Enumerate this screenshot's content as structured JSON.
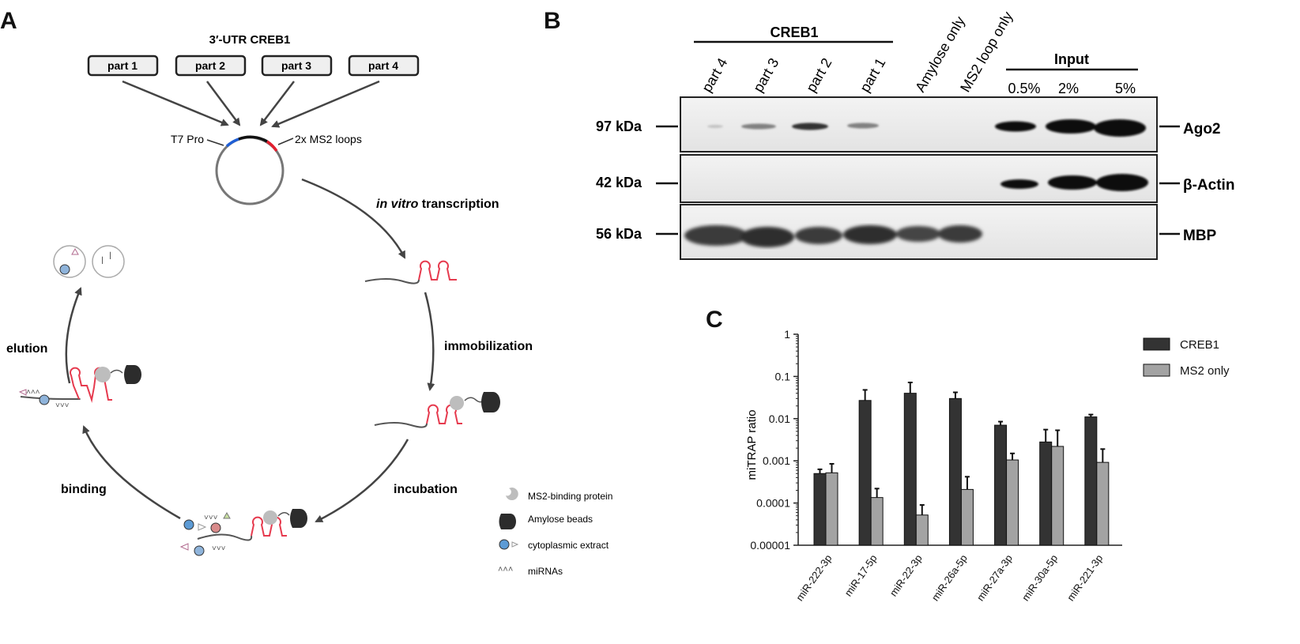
{
  "panel_a": {
    "letter": "A",
    "construct_title": "3′-UTR CREB1",
    "parts": [
      "part 1",
      "part 2",
      "part 3",
      "part 4"
    ],
    "t7_label": "T7 Pro",
    "ms2_label": "2x MS2 loops",
    "steps": {
      "transcription_italic": "in vitro",
      "transcription_rest": " transcription",
      "immobilization": "immobilization",
      "incubation": "incubation",
      "binding": "binding",
      "elution": "elution"
    },
    "legend": [
      {
        "icon": "ms2-binding-protein-icon",
        "label": "MS2-binding protein"
      },
      {
        "icon": "amylose-bead-icon",
        "label": "Amylose beads"
      },
      {
        "icon": "cytoplasmic-extract-icon",
        "label": "cytoplasmic extract"
      },
      {
        "icon": "mirna-icon",
        "label": "miRNAs"
      }
    ],
    "colors": {
      "rna": "#e63a4e",
      "t7": "#1f5fd6",
      "ms2": "#e21e2e",
      "protein": "#bdbdbd",
      "bead": "#2c2c2c",
      "extract": "#5d9bd5"
    }
  },
  "panel_b": {
    "letter": "B",
    "creb1_label": "CREB1",
    "lanes": [
      "part 4",
      "part 3",
      "part 2",
      "part 1",
      "Amylose only",
      "MS2 loop only"
    ],
    "input_label": "Input",
    "input_lanes": [
      "0.5%",
      "2%",
      "5%"
    ],
    "markers": [
      "97 kDa",
      "42 kDa",
      "56 kDa"
    ],
    "proteins": [
      "Ago2",
      "β-Actin",
      "MBP"
    ]
  },
  "panel_c": {
    "letter": "C",
    "chart_data": {
      "type": "bar",
      "ylabel": "miTRAP ratio",
      "yscale": "log",
      "ylim": [
        1e-05,
        1
      ],
      "yticks": [
        "1",
        "0.1",
        "0.01",
        "0.001",
        "0.0001",
        "0.00001"
      ],
      "categories": [
        "miR-222-3p",
        "miR-17-5p",
        "miR-22-3p",
        "miR-26a-5p",
        "miR-27a-3p",
        "miR-30a-5p",
        "miR-221-3p"
      ],
      "series": [
        {
          "name": "CREB1",
          "color": "#333333",
          "values": [
            0.0005,
            0.027,
            0.04,
            0.03,
            0.007,
            0.0028,
            0.011
          ],
          "errors": [
            0.00063,
            0.048,
            0.072,
            0.042,
            0.0085,
            0.0055,
            0.0125
          ]
        },
        {
          "name": "MS2 only",
          "color": "#a3a3a3",
          "values": [
            0.00052,
            0.000135,
            5.2e-05,
            0.00021,
            0.00105,
            0.0022,
            0.00092
          ],
          "errors": [
            0.00085,
            0.00022,
            9e-05,
            0.00042,
            0.0015,
            0.0053,
            0.0019
          ]
        }
      ],
      "legend_position": "top-right"
    }
  }
}
